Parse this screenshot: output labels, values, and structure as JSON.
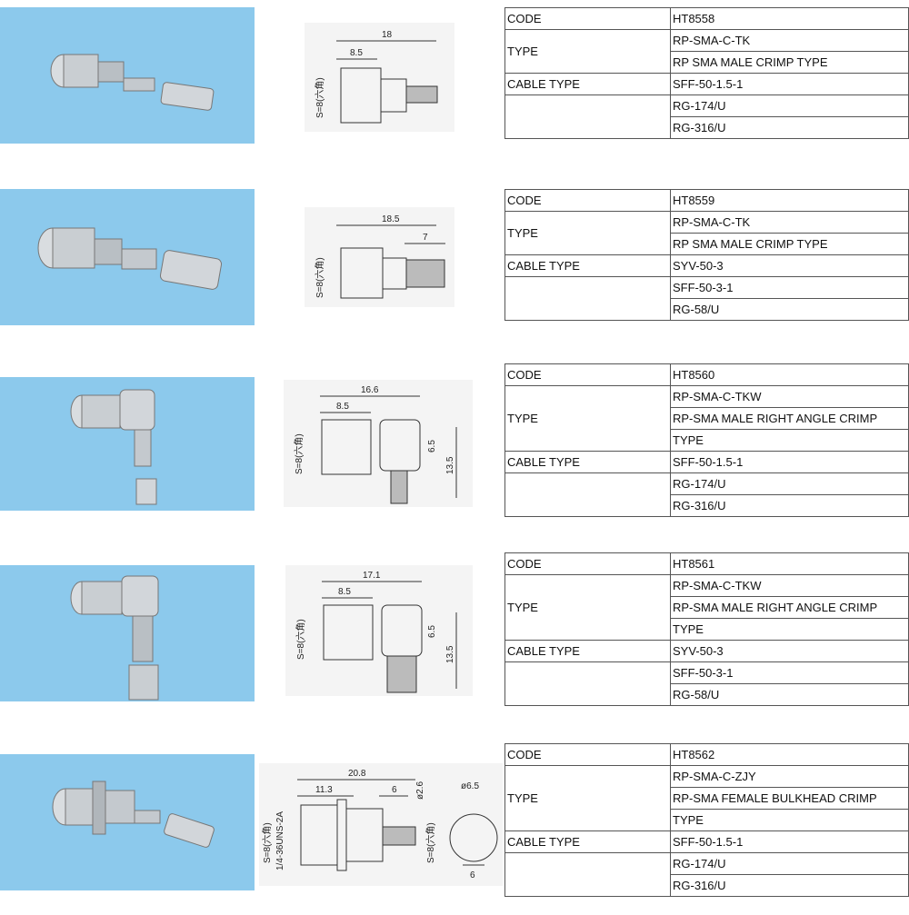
{
  "rows": [
    {
      "code_label": "CODE",
      "code": "HT8558",
      "type_label": "TYPE",
      "type_lines": [
        "RP-SMA-C-TK",
        "RP SMA MALE CRIMP TYPE"
      ],
      "cable_label": "CABLE TYPE",
      "cable_lines": [
        "SFF-50-1.5-1",
        "RG-174/U",
        "RG-316/U"
      ],
      "dims": [
        "18",
        "8.5",
        "S=8(六角)"
      ]
    },
    {
      "code_label": "CODE",
      "code": "HT8559",
      "type_label": "TYPE",
      "type_lines": [
        "RP-SMA-C-TK",
        "RP SMA MALE CRIMP TYPE"
      ],
      "cable_label": "CABLE TYPE",
      "cable_lines": [
        "SYV-50-3",
        "SFF-50-3-1",
        "RG-58/U"
      ],
      "dims": [
        "18.5",
        "7",
        "S=8(六角)"
      ]
    },
    {
      "code_label": "CODE",
      "code": "HT8560",
      "type_label": "TYPE",
      "type_lines": [
        "RP-SMA-C-TKW",
        "RP-SMA MALE RIGHT ANGLE CRIMP",
        "TYPE"
      ],
      "cable_label": "CABLE TYPE",
      "cable_lines": [
        "SFF-50-1.5-1",
        "RG-174/U",
        "RG-316/U"
      ],
      "dims": [
        "16.6",
        "8.5",
        "S=8(六角)",
        "6.5",
        "13.5"
      ]
    },
    {
      "code_label": "CODE",
      "code": "HT8561",
      "type_label": "TYPE",
      "type_lines": [
        "RP-SMA-C-TKW",
        "RP-SMA MALE RIGHT ANGLE CRIMP",
        "TYPE"
      ],
      "cable_label": "CABLE TYPE",
      "cable_lines": [
        "SYV-50-3",
        "SFF-50-3-1",
        "RG-58/U"
      ],
      "dims": [
        "17.1",
        "8.5",
        "S=8(六角)",
        "6.5",
        "13.5"
      ]
    },
    {
      "code_label": "CODE",
      "code": "HT8562",
      "type_label": "TYPE",
      "type_lines": [
        "RP-SMA-C-ZJY",
        "RP-SMA FEMALE BULKHEAD CRIMP",
        "TYPE"
      ],
      "cable_label": "CABLE TYPE",
      "cable_lines": [
        "SFF-50-1.5-1",
        "RG-174/U",
        "RG-316/U"
      ],
      "dims": [
        "20.8",
        "11.3",
        "6",
        "ø2.6",
        "S=8(六角)",
        "1/4-36UNS-2A",
        "S=8(六角)",
        "ø6.5",
        "6"
      ]
    }
  ]
}
